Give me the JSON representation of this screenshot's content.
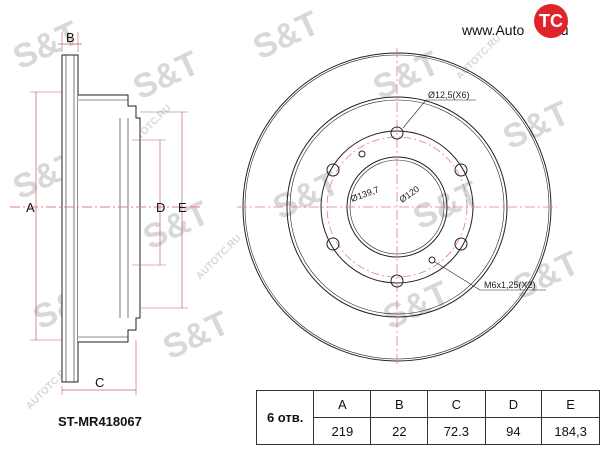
{
  "logo": {
    "text": "www.Auto",
    "badge": "TC",
    "suffix": ".ru"
  },
  "watermark": {
    "text": "AUTOTC.RU"
  },
  "part_number": "ST-MR418067",
  "dimension_letters": {
    "a": "A",
    "b": "B",
    "c": "C",
    "d": "D",
    "e": "E"
  },
  "annotations": {
    "bolt_hole": "Ø12,5(X6)",
    "pcd": "Ø139,7",
    "center_bore": "Ø120",
    "thread": "M6x1,25(X2)"
  },
  "spec_table": {
    "holes_label": "6 отв.",
    "headers": [
      "A",
      "B",
      "C",
      "D",
      "E"
    ],
    "values": [
      "219",
      "22",
      "72.3",
      "94",
      "184,3"
    ]
  }
}
